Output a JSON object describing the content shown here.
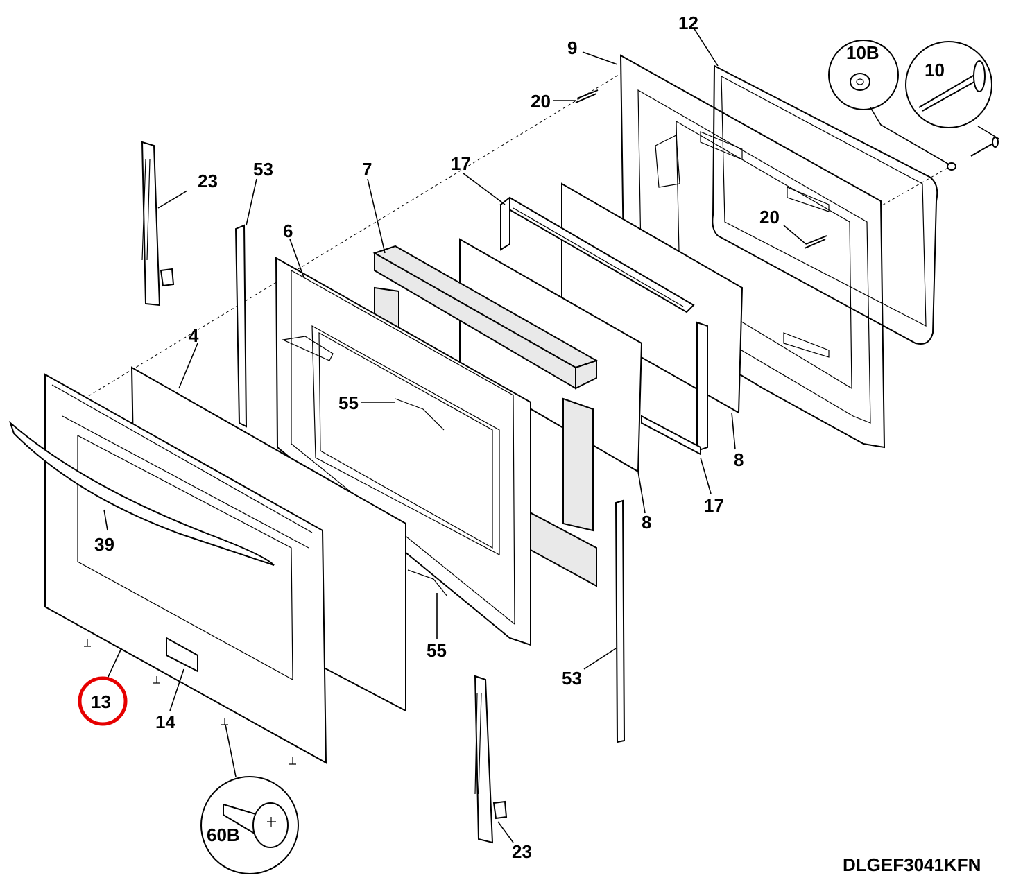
{
  "model": "DLGEF3041KFN",
  "highlight_color": "#e60000",
  "highlighted_callout": "13",
  "labels": {
    "l12": "12",
    "l9": "9",
    "l10b": "10B",
    "l10": "10",
    "l20a": "20",
    "l20b": "20",
    "l23a": "23",
    "l53a": "53",
    "l7": "7",
    "l17a": "17",
    "l6": "6",
    "l4": "4",
    "l55a": "55",
    "l8a": "8",
    "l8b": "8",
    "l17b": "17",
    "l39": "39",
    "l55b": "55",
    "l53b": "53",
    "l13": "13",
    "l14": "14",
    "l60b": "60B",
    "l23b": "23"
  }
}
